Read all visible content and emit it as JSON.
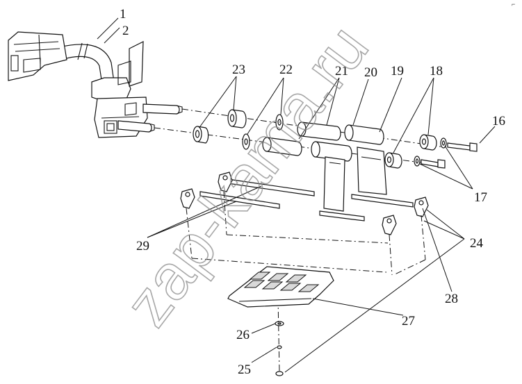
{
  "corner_mark": "⌐",
  "watermark": "zap-kama.ru",
  "callouts": [
    {
      "id": "c1",
      "text": "1"
    },
    {
      "id": "c2",
      "text": "2"
    },
    {
      "id": "c23",
      "text": "23"
    },
    {
      "id": "c22",
      "text": "22"
    },
    {
      "id": "c21",
      "text": "21"
    },
    {
      "id": "c20",
      "text": "20"
    },
    {
      "id": "c19",
      "text": "19"
    },
    {
      "id": "c18",
      "text": "18"
    },
    {
      "id": "c16",
      "text": "16"
    },
    {
      "id": "c17",
      "text": "17"
    },
    {
      "id": "c24",
      "text": "24"
    },
    {
      "id": "c28",
      "text": "28"
    },
    {
      "id": "c29",
      "text": "29"
    },
    {
      "id": "c27",
      "text": "27"
    },
    {
      "id": "c26",
      "text": "26"
    },
    {
      "id": "c25",
      "text": "25"
    }
  ]
}
